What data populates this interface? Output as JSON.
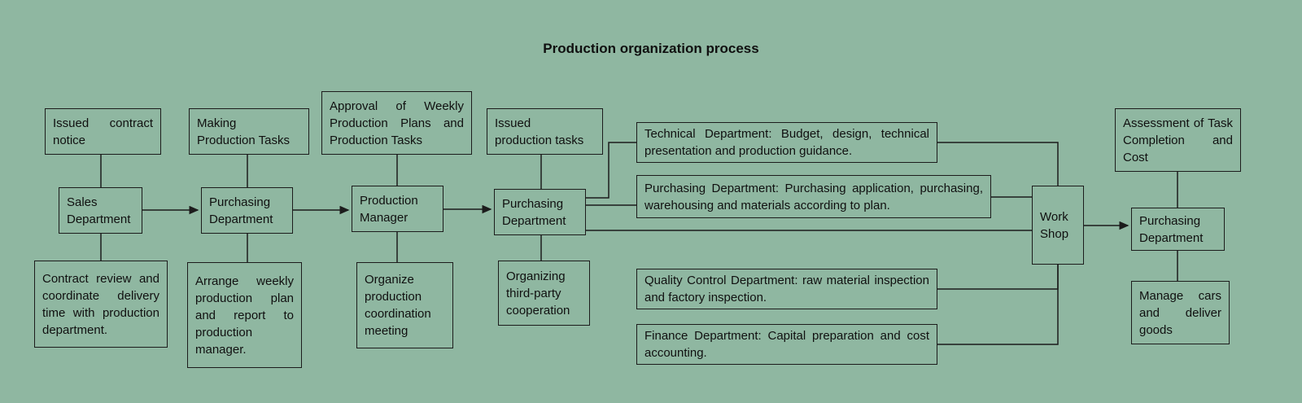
{
  "title": "Production organization process",
  "colors": {
    "background": "#8fb7a1",
    "border": "#1c1c1c",
    "text": "#101010"
  },
  "nodes": {
    "issued_contract_notice": "Issued contract notice",
    "sales_department": "Sales Department",
    "contract_review": "Contract review and coordinate delivery time with production department.",
    "making_production_tasks": "Making\nProduction Tasks",
    "purchasing_department_planning": "Purchasing Department",
    "arrange_weekly": "Arrange weekly production plan and report to production manager.",
    "approval_weekly": "Approval of Weekly Production Plans and Production Tasks",
    "production_manager": "Production Manager",
    "organize_meeting": "Organize production coordination meeting",
    "issued_production_tasks": "Issued\nproduction tasks",
    "purchasing_department_execution": "Purchasing Department",
    "organizing_third_party": "Organizing third-party cooperation",
    "technical_department": "Technical Department: Budget, design, technical presentation and production guidance.",
    "purchasing_department_wide": "Purchasing Department: Purchasing application, purchasing, warehousing and materials according to plan.",
    "quality_control": "Quality Control Department: raw material inspection and factory inspection.",
    "finance_department": "Finance Department: Capital preparation and cost accounting.",
    "work_shop": "Work Shop",
    "assessment": "Assessment of Task Completion and Cost",
    "purchasing_department_delivery": "Purchasing Department",
    "manage_cars": "Manage cars and deliver goods"
  }
}
